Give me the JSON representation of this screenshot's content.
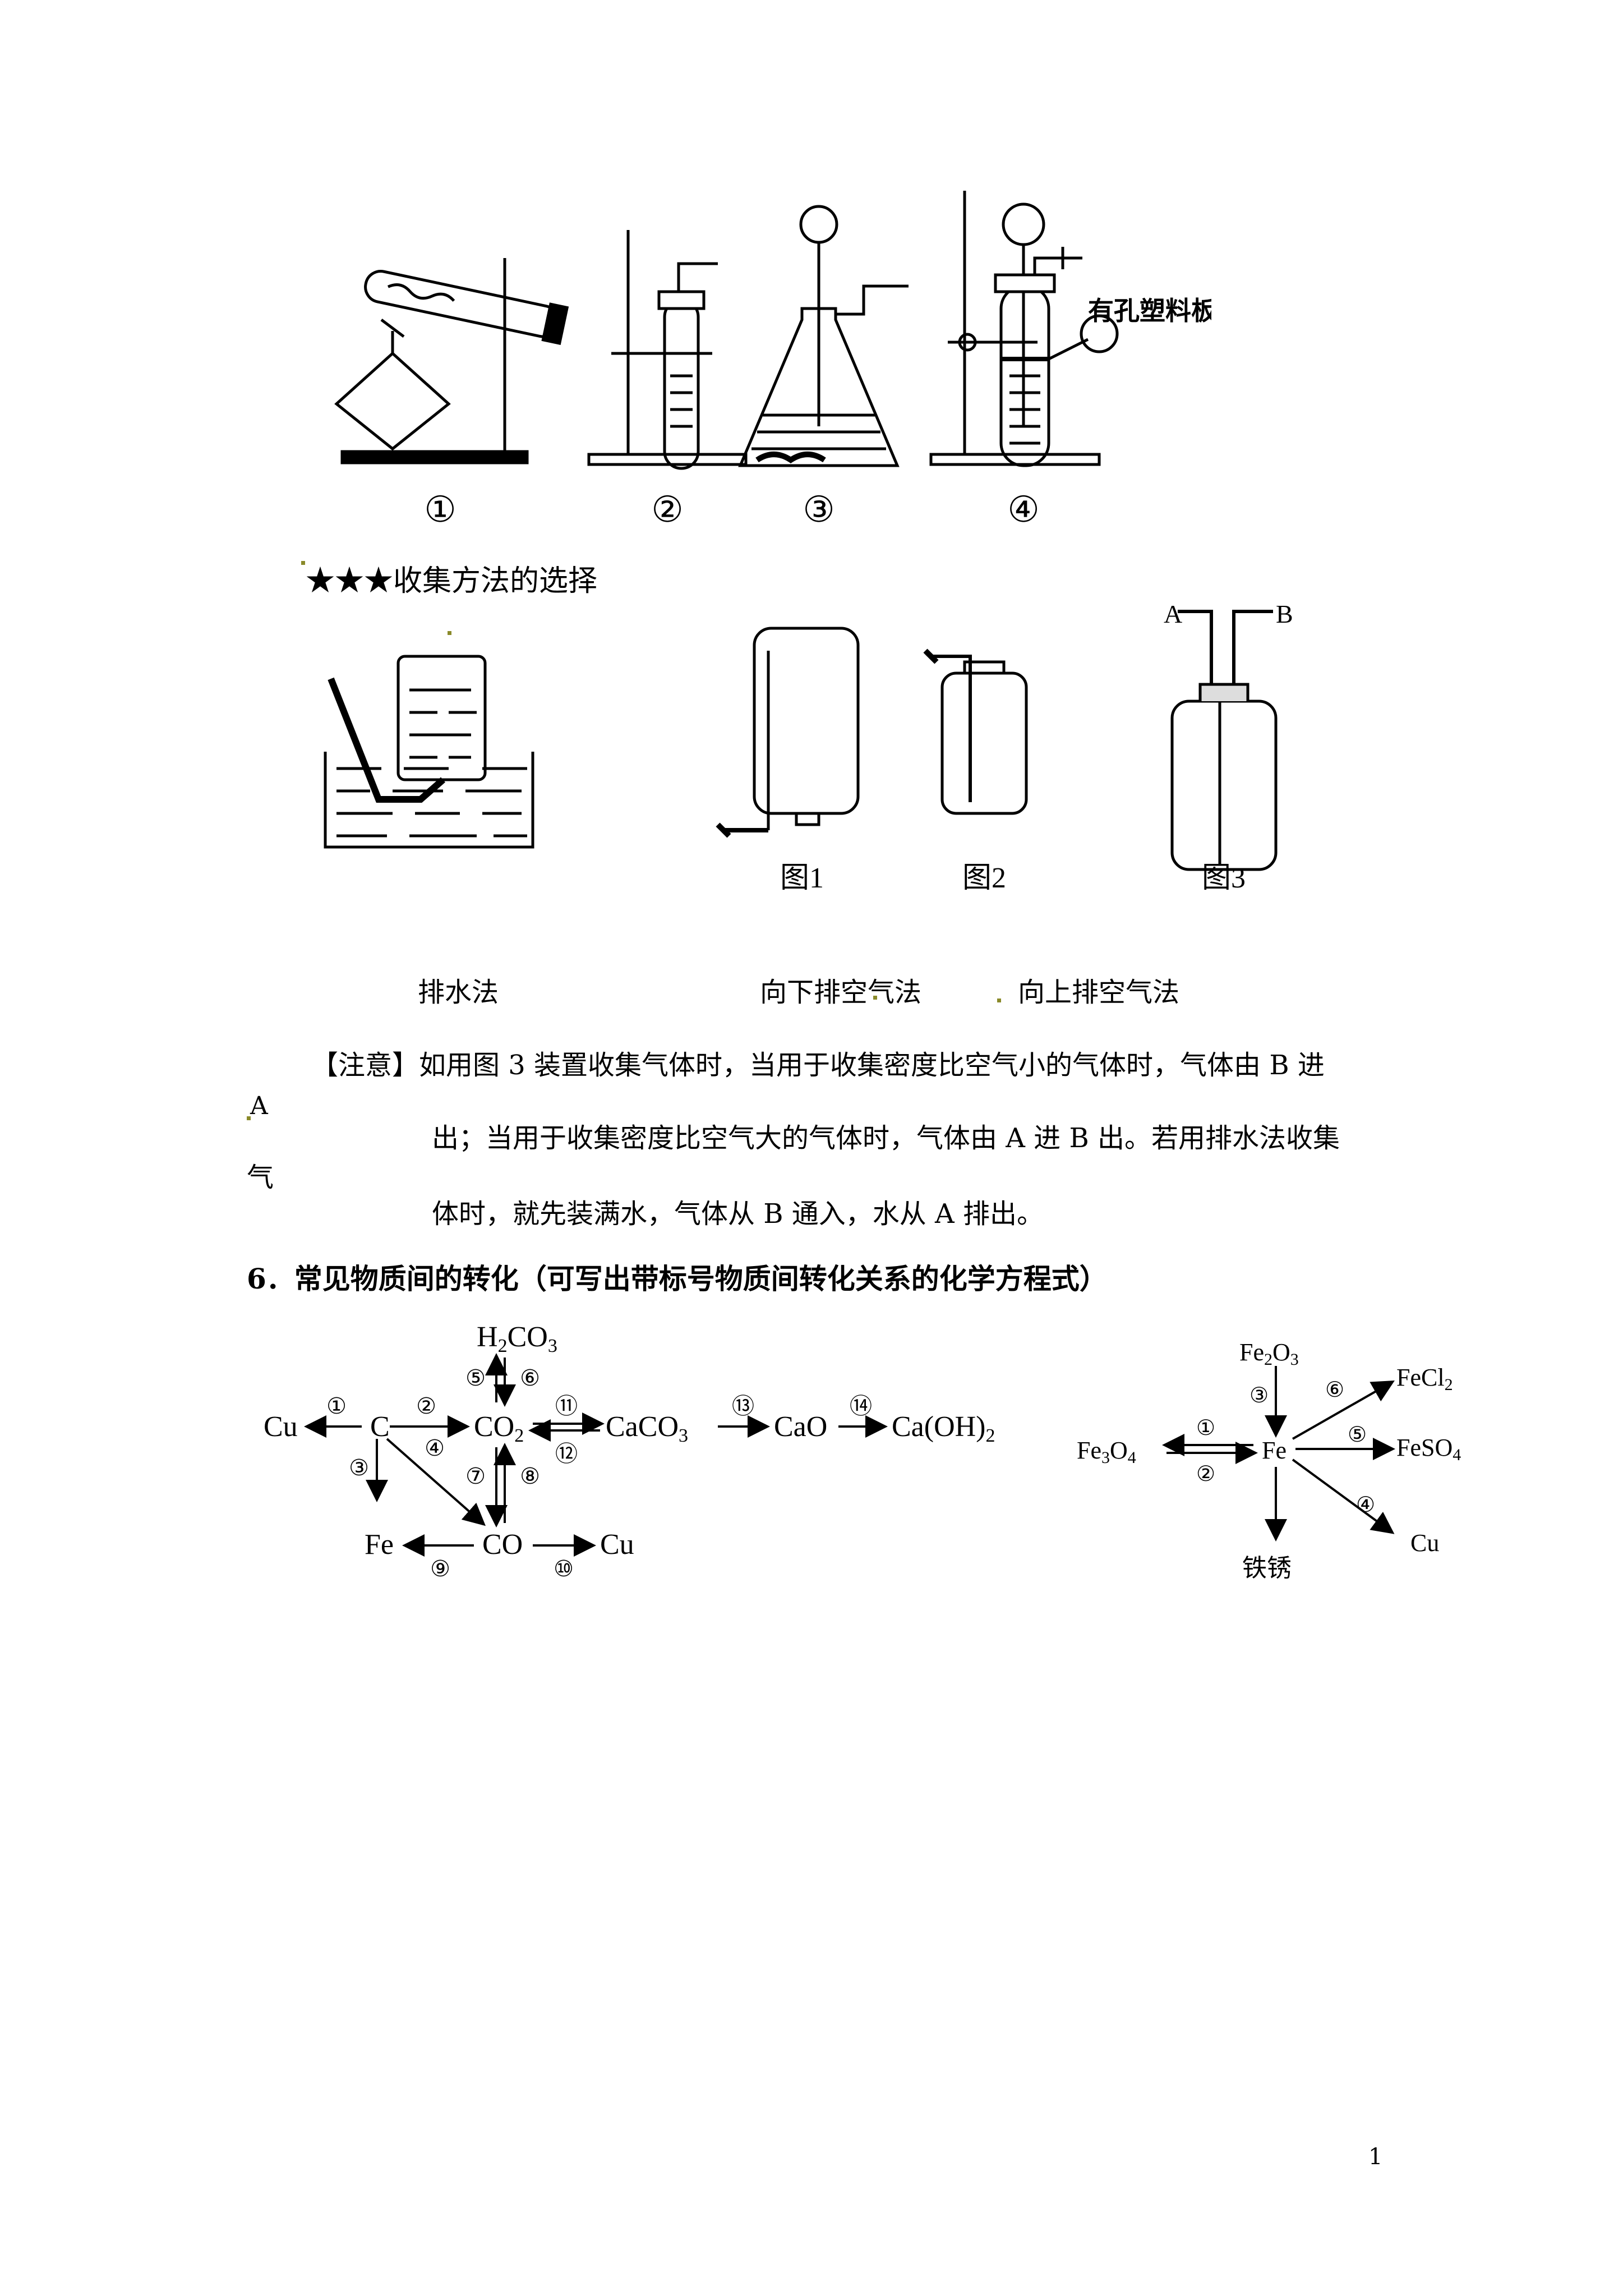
{
  "apparatus_labels": [
    "①",
    "②",
    "③",
    "④"
  ],
  "apparatus_plate_label": "有孔塑料板",
  "collect_heading": "★★★收集方法的选择",
  "bottle_labels": {
    "a": "A",
    "b": "B"
  },
  "figure_captions": [
    "图1",
    "图2",
    "图3"
  ],
  "method_labels": [
    "排水法",
    "向下排空气法",
    "向上排空气法"
  ],
  "note": {
    "line1": "【注意】如用图 3 装置收集气体时，当用于收集密度比空气小的气体时，气体由 B 进",
    "stray1": "A",
    "line2": "出；当用于收集密度比空气大的气体时，气体由 A 进 B 出。若用排水法收集",
    "stray2": "气",
    "line3": "体时，就先装满水，气体从 B 通入，水从 A 排出。"
  },
  "section6_heading": "6．常见物质间的转化（可写出带标号物质间转化关系的化学方程式）",
  "carbon_diagram": {
    "nodes": {
      "cu_left": "Cu",
      "c": "C",
      "co2": "CO",
      "co2_sub": "2",
      "h2co3": "H",
      "h2co3_sub": "2",
      "h2co3_tail": "CO",
      "h2co3_sub2": "3",
      "caco3": "CaCO",
      "caco3_sub": "3",
      "cao": "CaO",
      "caoh2": "Ca(OH)",
      "caoh2_sub": "2",
      "fe": "Fe",
      "co": "CO",
      "cu_right": "Cu"
    },
    "markers": [
      "①",
      "②",
      "③",
      "④",
      "⑤",
      "⑥",
      "⑦",
      "⑧",
      "⑨",
      "⑩",
      "⑪",
      "⑫",
      "⑬",
      "⑭"
    ]
  },
  "iron_diagram": {
    "nodes": {
      "fe2o3": "Fe",
      "fe2o3_sub": "2",
      "fe2o3_o": "O",
      "fe2o3_sub2": "3",
      "fe3o4": "Fe",
      "fe3o4_sub": "3",
      "fe3o4_o": "O",
      "fe3o4_sub2": "4",
      "fe": "Fe",
      "fecl2": "FeCl",
      "fecl2_sub": "2",
      "feso4": "FeSO",
      "feso4_sub": "4",
      "cu": "Cu",
      "rust": "铁锈"
    },
    "markers": [
      "①",
      "②",
      "③",
      "④",
      "⑤",
      "⑥"
    ]
  },
  "page_number": "1"
}
